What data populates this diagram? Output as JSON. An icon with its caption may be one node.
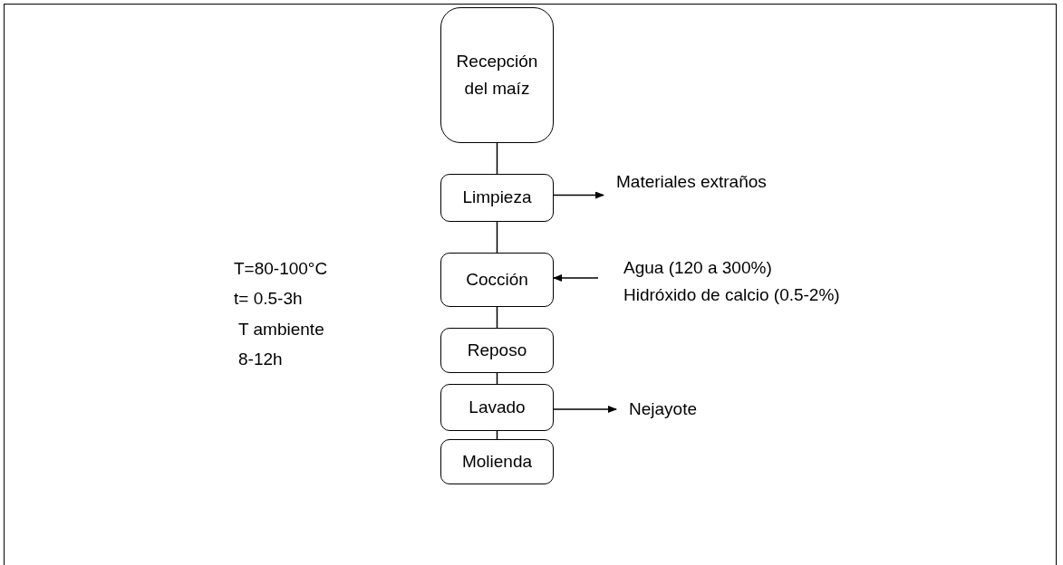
{
  "diagram": {
    "nodes": [
      {
        "text": [
          "Recepción del maíz"
        ]
      },
      {
        "text": [
          "Limpieza"
        ]
      },
      {
        "text": [
          "Materiales extraños"
        ]
      },
      {
        "text": [
          "Cocción"
        ]
      },
      {
        "text": [
          "Agua (120 a 300%)",
          "Hidróxido de calcio (0.5-2%)"
        ]
      },
      {
        "text": [
          "Reposo"
        ]
      },
      {
        "text": [
          "Lavado"
        ]
      },
      {
        "text": [
          "Nejayote"
        ]
      },
      {
        "text": [
          "Molienda"
        ]
      }
    ],
    "edges": [
      {
        "from": 0,
        "to": 1,
        "arrow": "none"
      },
      {
        "from": 1,
        "to": 2,
        "arrow": "to"
      },
      {
        "from": 1,
        "to": 3,
        "arrow": "none"
      },
      {
        "from": 4,
        "to": 3,
        "arrow": "to"
      },
      {
        "from": 3,
        "to": 5,
        "arrow": "none"
      },
      {
        "from": 5,
        "to": 6,
        "arrow": "none"
      },
      {
        "from": 6,
        "to": 7,
        "arrow": "to"
      },
      {
        "from": 6,
        "to": 8,
        "arrow": "none"
      }
    ],
    "labels": [
      "T=80-100°C",
      "t= 0.5-3h",
      "T ambiente",
      "8-12h"
    ]
  }
}
